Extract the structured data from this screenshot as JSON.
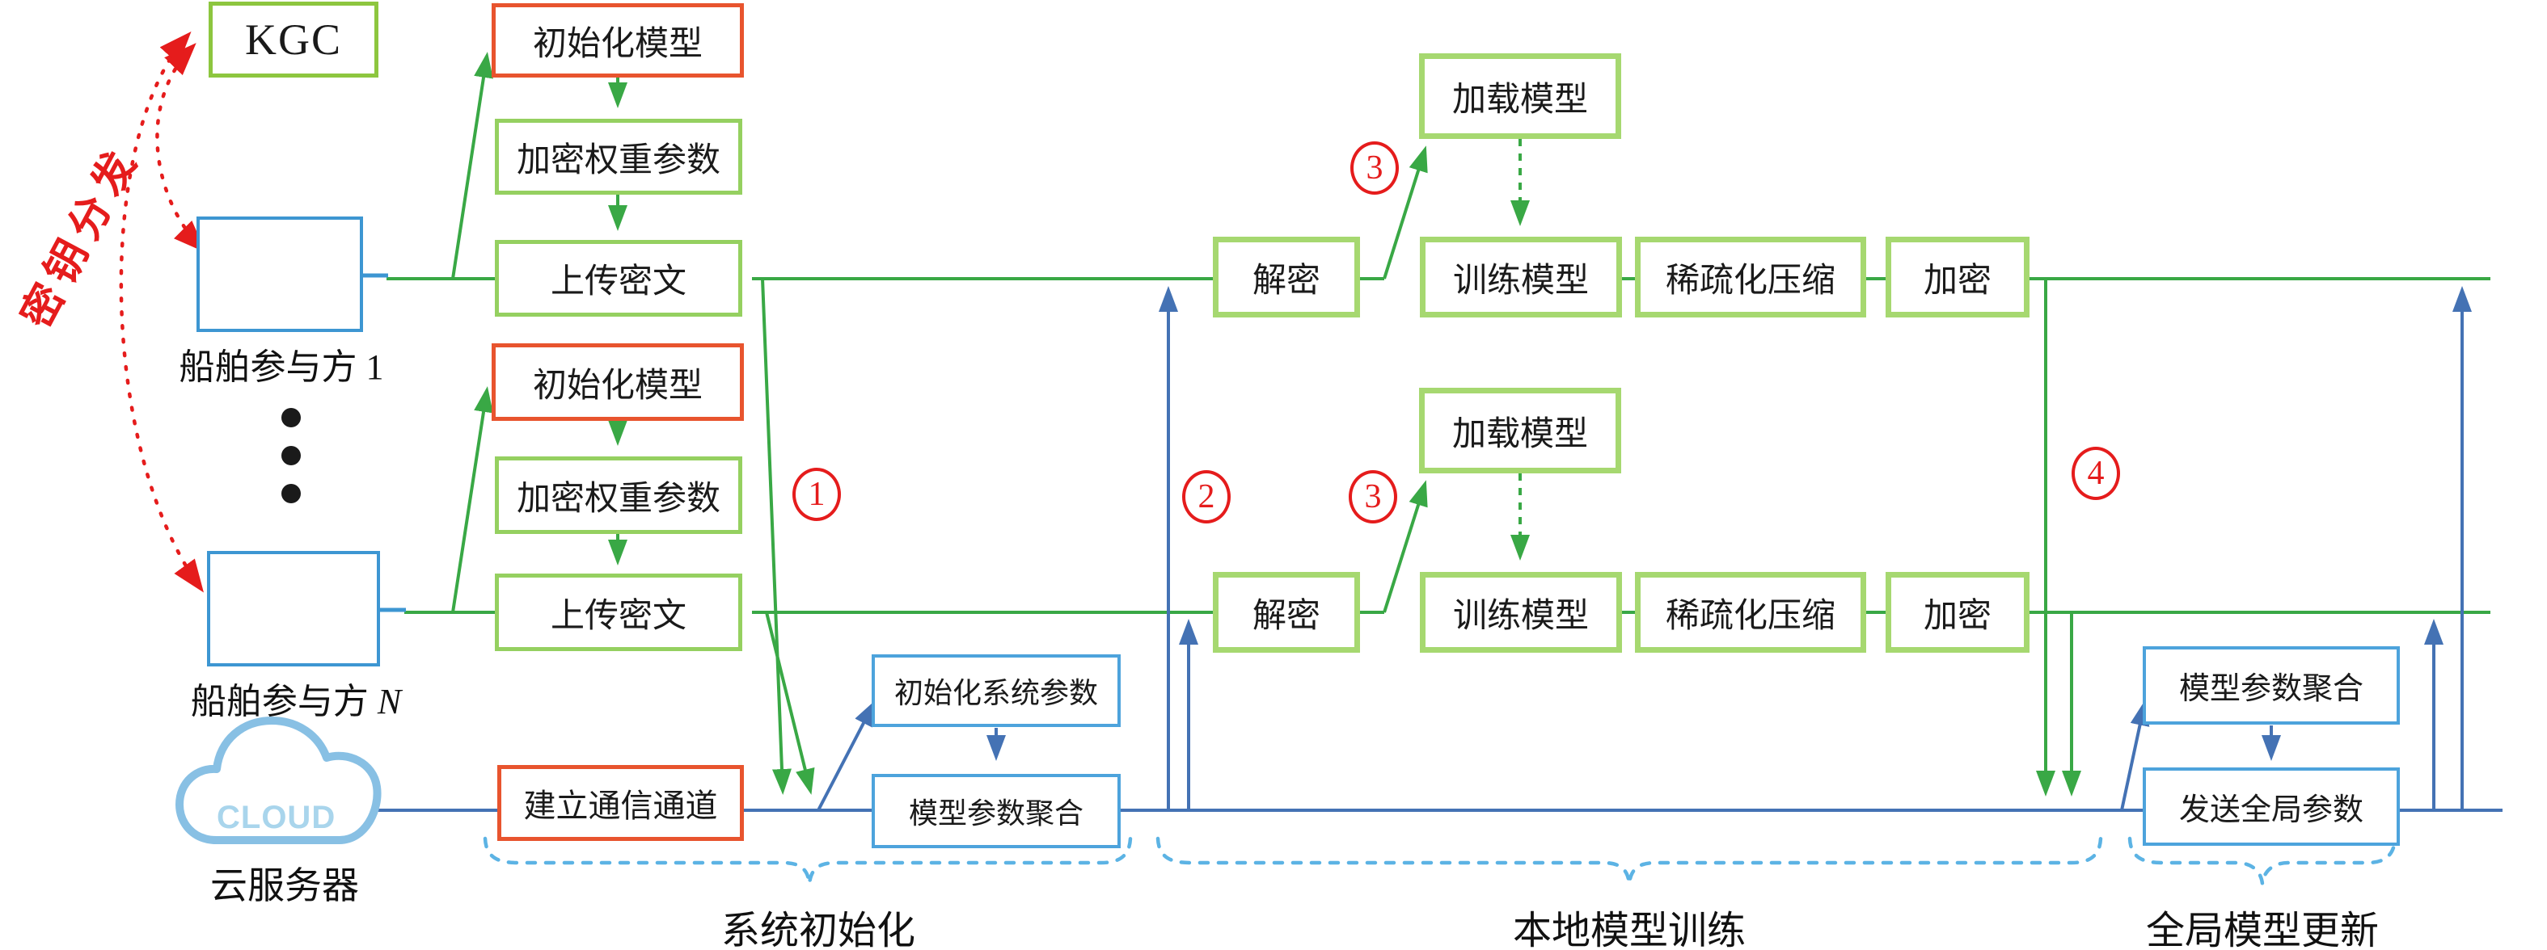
{
  "entities": {
    "kgc": "KGC",
    "key_distribution": "密钥分发",
    "participant_base": "船舶参与方",
    "participant1_suffix": "1",
    "participantN_suffix": "N",
    "cloud_word": "CLOUD",
    "cloud_server": "云服务器"
  },
  "participant_flow": {
    "init_model": "初始化模型",
    "encrypt_weights": "加密权重参数",
    "upload_cipher": "上传密文"
  },
  "server_flow": {
    "establish_channel": "建立通信通道",
    "init_system_params": "初始化系统参数",
    "aggregate_params": "模型参数聚合"
  },
  "training_flow": {
    "decrypt": "解密",
    "load_model": "加载模型",
    "train_model": "训练模型",
    "sparsify": "稀疏化压缩",
    "encrypt": "加密"
  },
  "global_flow": {
    "aggregate_params": "模型参数聚合",
    "send_global": "发送全局参数"
  },
  "steps": {
    "s1": "1",
    "s2": "2",
    "s3": "3",
    "s4": "4"
  },
  "sections": {
    "system_init": "系统初始化",
    "local_training": "本地模型训练",
    "global_update": "全局模型更新"
  },
  "colors": {
    "green_line": "#39a845",
    "blue_line": "#4472b4",
    "red": "#e51c1c",
    "orange_box": "#e8542e",
    "light_green_box": "#a6d870",
    "blue_box": "#4da3dc",
    "brace_blue": "#5cb3e4"
  }
}
